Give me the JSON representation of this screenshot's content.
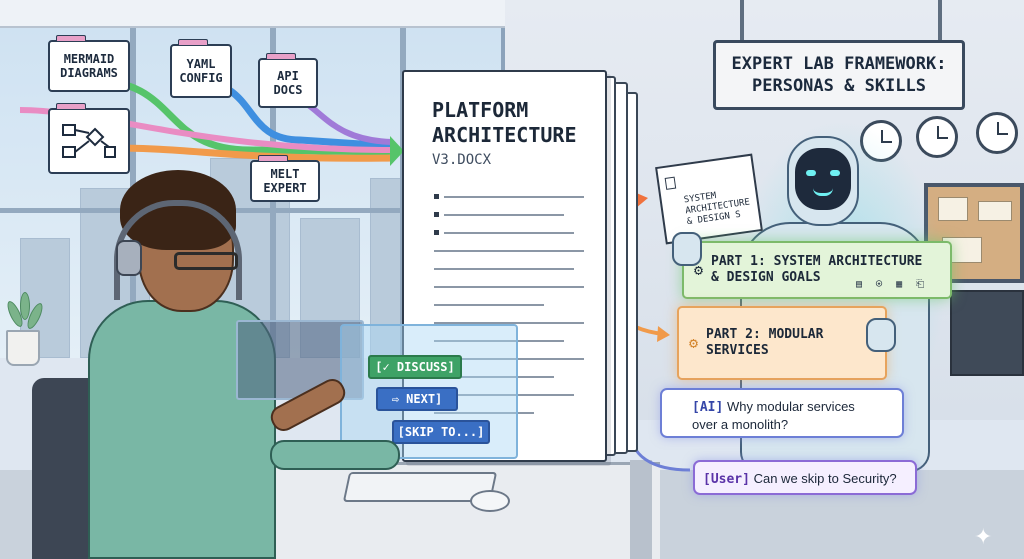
{
  "scene": {
    "banner_text": "EXPERT LAB FRAMEWORK:\nPERSONAS & SKILLS",
    "input_tags": [
      {
        "id": "mermaid",
        "label": "MERMAID\nDIAGRAMS"
      },
      {
        "id": "yaml",
        "label": "YAML\nCONFIG"
      },
      {
        "id": "api",
        "label": "API\nDOCS"
      },
      {
        "id": "melt",
        "label": "MELT\nEXPERT"
      }
    ],
    "document": {
      "title": "PLATFORM\nARCHITECTURE",
      "subtitle": "V3.DOCX"
    },
    "mini_doc_text": "SYSTEM\nARCHITECTURE\n& DESIGN S",
    "cards": [
      {
        "id": "part1",
        "icon": "gear-icon",
        "label": "PART 1: SYSTEM ARCHITECTURE\n& DESIGN GOALS"
      },
      {
        "id": "part2",
        "icon": "gear-icon",
        "label": "PART 2: MODULAR\nSERVICES"
      }
    ],
    "chat": {
      "ai_speaker": "[AI]",
      "ai_message": "Why modular services\nover a monolith?",
      "user_speaker": "[User]",
      "user_message": "Can we skip to Security?"
    },
    "buttons": {
      "discuss": "[✓ DISCUSS]",
      "next": "⇨ NEXT]",
      "skip": "[SKIP TO...]"
    }
  },
  "colors": {
    "card1_bg": "#e3f4d9",
    "card2_bg": "#fde7cc",
    "discuss_btn": "#3ea266",
    "nav_btn": "#3a6fc4",
    "flow_green": "#56c46a",
    "flow_blue": "#3f8fe0",
    "flow_orange": "#f19a4a",
    "flow_purple": "#a07ad8"
  }
}
